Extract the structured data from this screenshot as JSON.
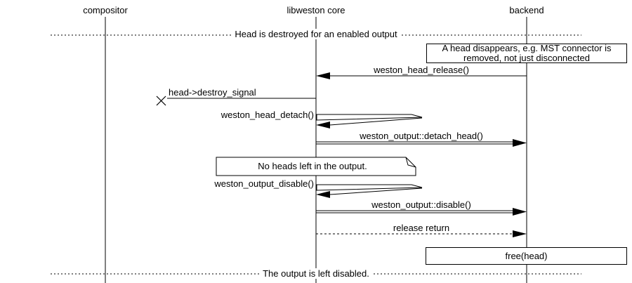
{
  "colors": {
    "line": "#000000",
    "background": "#ffffff"
  },
  "participants": [
    {
      "label": "compositor"
    },
    {
      "label": "libweston core"
    },
    {
      "label": "backend"
    }
  ],
  "dividers": [
    {
      "label": "Head is destroyed for an enabled output"
    },
    {
      "label": "The output is left disabled."
    }
  ],
  "notes": [
    {
      "label": "A head disappears, e.g. MST connector is removed, not just disconnected"
    },
    {
      "label": "No heads left in the output."
    },
    {
      "label": "free(head)"
    }
  ],
  "messages": [
    {
      "label": "weston_head_release()",
      "from": "backend",
      "to": "libweston core",
      "style": "solid"
    },
    {
      "label": "head->destroy_signal",
      "from": "libweston core",
      "to": "lost",
      "style": "lost"
    },
    {
      "label": "weston_head_detach()",
      "from": "libweston core",
      "to": "libweston core",
      "style": "self-call"
    },
    {
      "label": "weston_output::detach_head()",
      "from": "libweston core",
      "to": "backend",
      "style": "method-call"
    },
    {
      "label": "weston_output_disable()",
      "from": "libweston core",
      "to": "libweston core",
      "style": "self-call"
    },
    {
      "label": "weston_output::disable()",
      "from": "libweston core",
      "to": "backend",
      "style": "method-call"
    },
    {
      "label": "release return",
      "from": "libweston core",
      "to": "backend",
      "style": "dashed-return"
    }
  ]
}
